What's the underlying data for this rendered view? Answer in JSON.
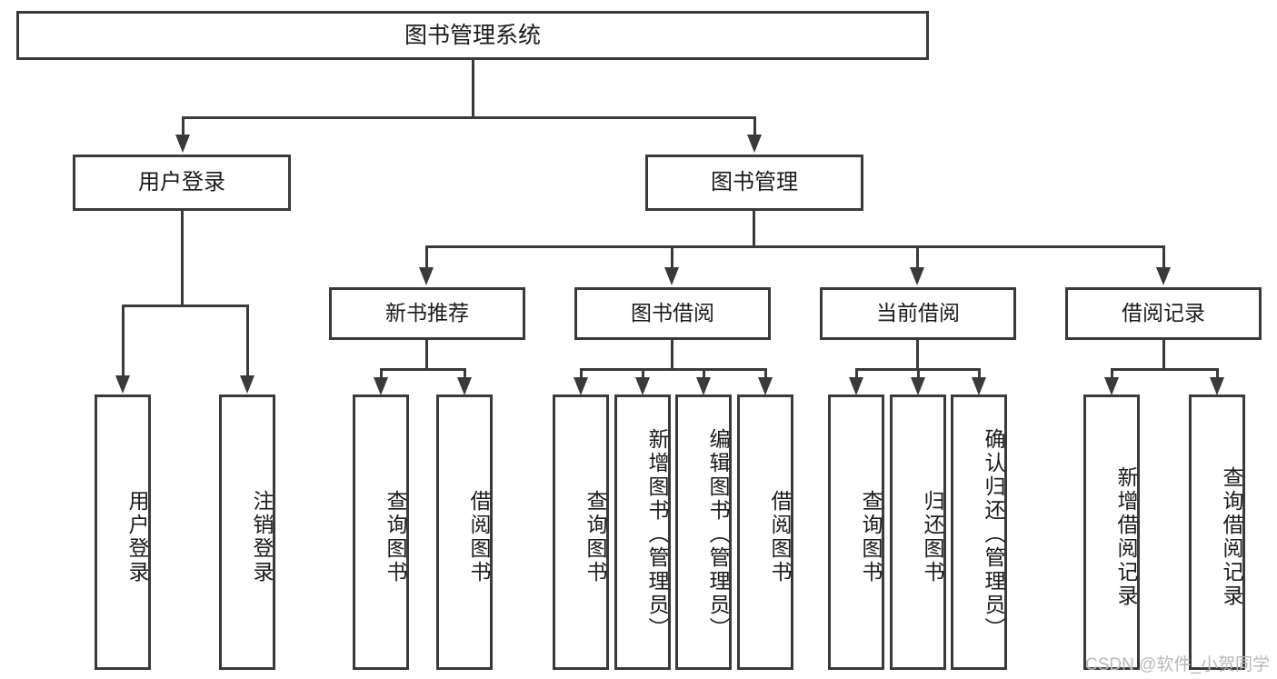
{
  "diagram": {
    "title": "图书管理系统",
    "type": "tree",
    "watermark": "CSDN @软件_小贺同学",
    "colors": {
      "box_border": "#3a3a3a",
      "box_fill": "#ffffff",
      "connector": "#3a3a3a",
      "text": "#1a1a1a",
      "watermark": "#b9b9b9",
      "background": "#ffffff"
    },
    "root": {
      "label": "图书管理系统"
    },
    "level2": [
      {
        "label": "用户登录"
      },
      {
        "label": "图书管理"
      }
    ],
    "level3": [
      {
        "label": "新书推荐"
      },
      {
        "label": "图书借阅"
      },
      {
        "label": "当前借阅"
      },
      {
        "label": "借阅记录"
      }
    ],
    "leaves": {
      "user_login": [
        {
          "label": "用户登录"
        },
        {
          "label": "注销登录"
        }
      ],
      "new_book_recommend": [
        {
          "label": "查询图书"
        },
        {
          "label": "借阅图书"
        }
      ],
      "book_borrow": [
        {
          "label": "查询图书"
        },
        {
          "label": "新增图书（管理员）"
        },
        {
          "label": "编辑图书（管理员）"
        },
        {
          "label": "借阅图书"
        }
      ],
      "current_borrow": [
        {
          "label": "查询图书"
        },
        {
          "label": "归还图书"
        },
        {
          "label": "确认归还（管理员）"
        }
      ],
      "borrow_record": [
        {
          "label": "新增借阅记录"
        },
        {
          "label": "查询借阅记录"
        }
      ]
    }
  }
}
